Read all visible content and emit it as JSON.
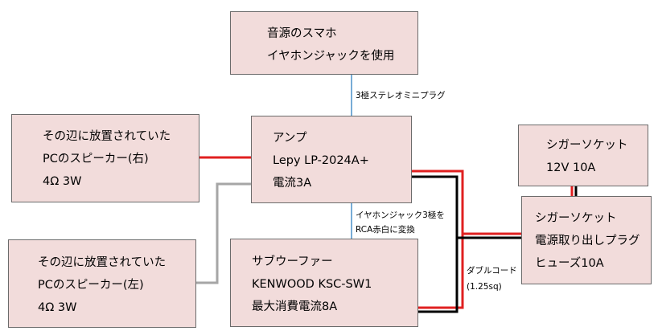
{
  "boxes": {
    "source": {
      "lines": [
        "音源のスマホ",
        "イヤホンジャックを使用"
      ]
    },
    "amp": {
      "lines": [
        "アンプ",
        "Lepy LP-2024A+",
        "電流3A"
      ]
    },
    "spk_r": {
      "lines": [
        "その辺に放置されていた",
        "PCのスピーカー(右)",
        "4Ω 3W"
      ]
    },
    "spk_l": {
      "lines": [
        "その辺に放置されていた",
        "PCのスピーカー(左)",
        "4Ω 3W"
      ]
    },
    "sub": {
      "lines": [
        "サブウーファー",
        "KENWOOD KSC-SW1",
        "最大消費電流8A"
      ]
    },
    "cig": {
      "lines": [
        "シガーソケット",
        "12V 10A"
      ]
    },
    "cig_plug": {
      "lines": [
        "シガーソケット",
        "電源取り出しプラグ",
        "ヒューズ10A"
      ]
    }
  },
  "labels": {
    "stereo_plug": "3極ステレオミニプラグ",
    "rca_1": "イヤホンジャック3極を",
    "rca_2": "RCA赤白に変換",
    "cord_1": "ダブルコード",
    "cord_2": "(1.25sq)"
  },
  "colors": {
    "box_fill": "#f2dcdb",
    "box_border": "#6b6b6b",
    "wire_signal": "#4a90c8",
    "wire_red": "#e02020",
    "wire_gray": "#a6a6a6",
    "wire_black": "#000000"
  }
}
